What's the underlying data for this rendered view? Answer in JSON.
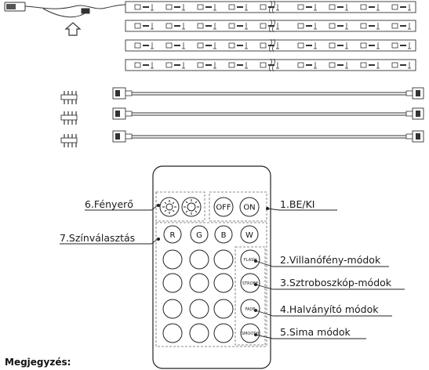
{
  "labels": {
    "brightness": "6.Fényerő",
    "color_select": "7.Színválasztás",
    "power": "1.BE/KI",
    "flash_modes": "2.Villanófény-módok",
    "strobe_modes": "3.Sztroboszkóp-módok",
    "fade_modes": "4.Halványító módok",
    "smooth_modes": "5.Sima módok"
  },
  "remote_buttons": {
    "off": "OFF",
    "on": "ON",
    "r": "R",
    "g": "G",
    "b": "B",
    "w": "W",
    "flash": "FLASH",
    "strobe": "STROBE",
    "fade": "FADE",
    "smooth": "SMOOTH"
  },
  "note_heading": "Megjegyzés:",
  "icons": {
    "usb_plug": "usb-plug-icon",
    "up_arrow": "up-arrow-icon",
    "brightness_down": "sun-small-icon",
    "brightness_up": "sun-large-icon"
  },
  "colors": {
    "stroke": "#333333",
    "text": "#1a1a1a"
  }
}
